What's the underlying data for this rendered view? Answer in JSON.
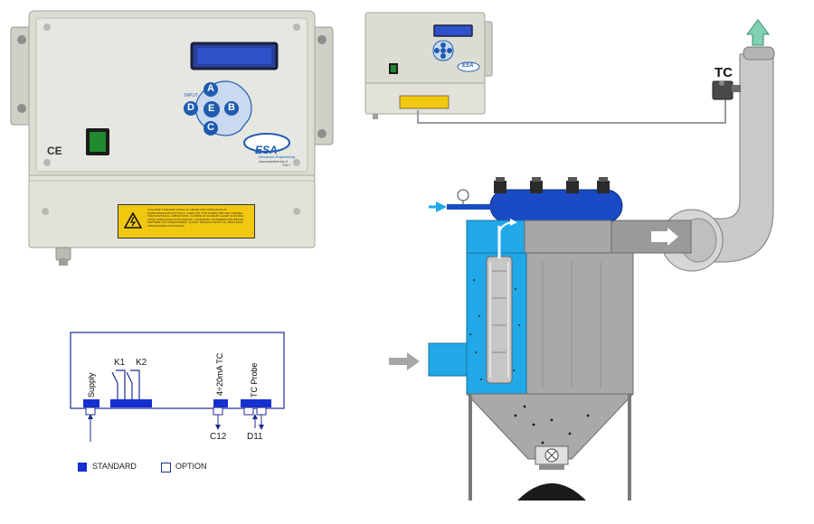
{
  "controller": {
    "btn_a": "A",
    "btn_b": "B",
    "btn_c": "C",
    "btn_d": "D",
    "btn_e": "E",
    "input_label": "INPUT",
    "ce_mark": "CE",
    "brand": "ESA",
    "brand_sub": "Electronic Engineering",
    "website": "www.esaelectronic.it",
    "country": "ITALY",
    "warning_text": "TOGLIERE TENSIONE PRIMA DI APRIRE PER OPERAZIONI DI MANUTENZIONE ELETTRICA. TURN OFF THE POWER BEFORE OPENING FOR ELECTRICAL OPERATIONS. COUPER LE COURANT AVANT D'OUVRIR POUR OPERATIONS ELECTRIQUES. SPANNUNG UNTERBRECHEN BEVOR OEFFNEN FUR OPERATIONEN. QUITAR TENSION ANTES DE ABRIR PARA OPERACIONES ELECTRICAS."
  },
  "small_controller": {
    "brand": "ESA"
  },
  "wiring": {
    "supply": "Supply",
    "k1": "K1",
    "k2": "K2",
    "analog": "4÷20mA TC",
    "probe": "TC Probe",
    "c12": "C12",
    "d11": "D11"
  },
  "legend": {
    "standard": "STANDARD",
    "option": "OPTION"
  },
  "installation": {
    "tc_label": "TC"
  },
  "colors": {
    "esa_blue": "#1e5bb0",
    "block_blue": "#1530d0",
    "panel_blue": "#20a8e8",
    "warning_yellow": "#f2c80f"
  }
}
